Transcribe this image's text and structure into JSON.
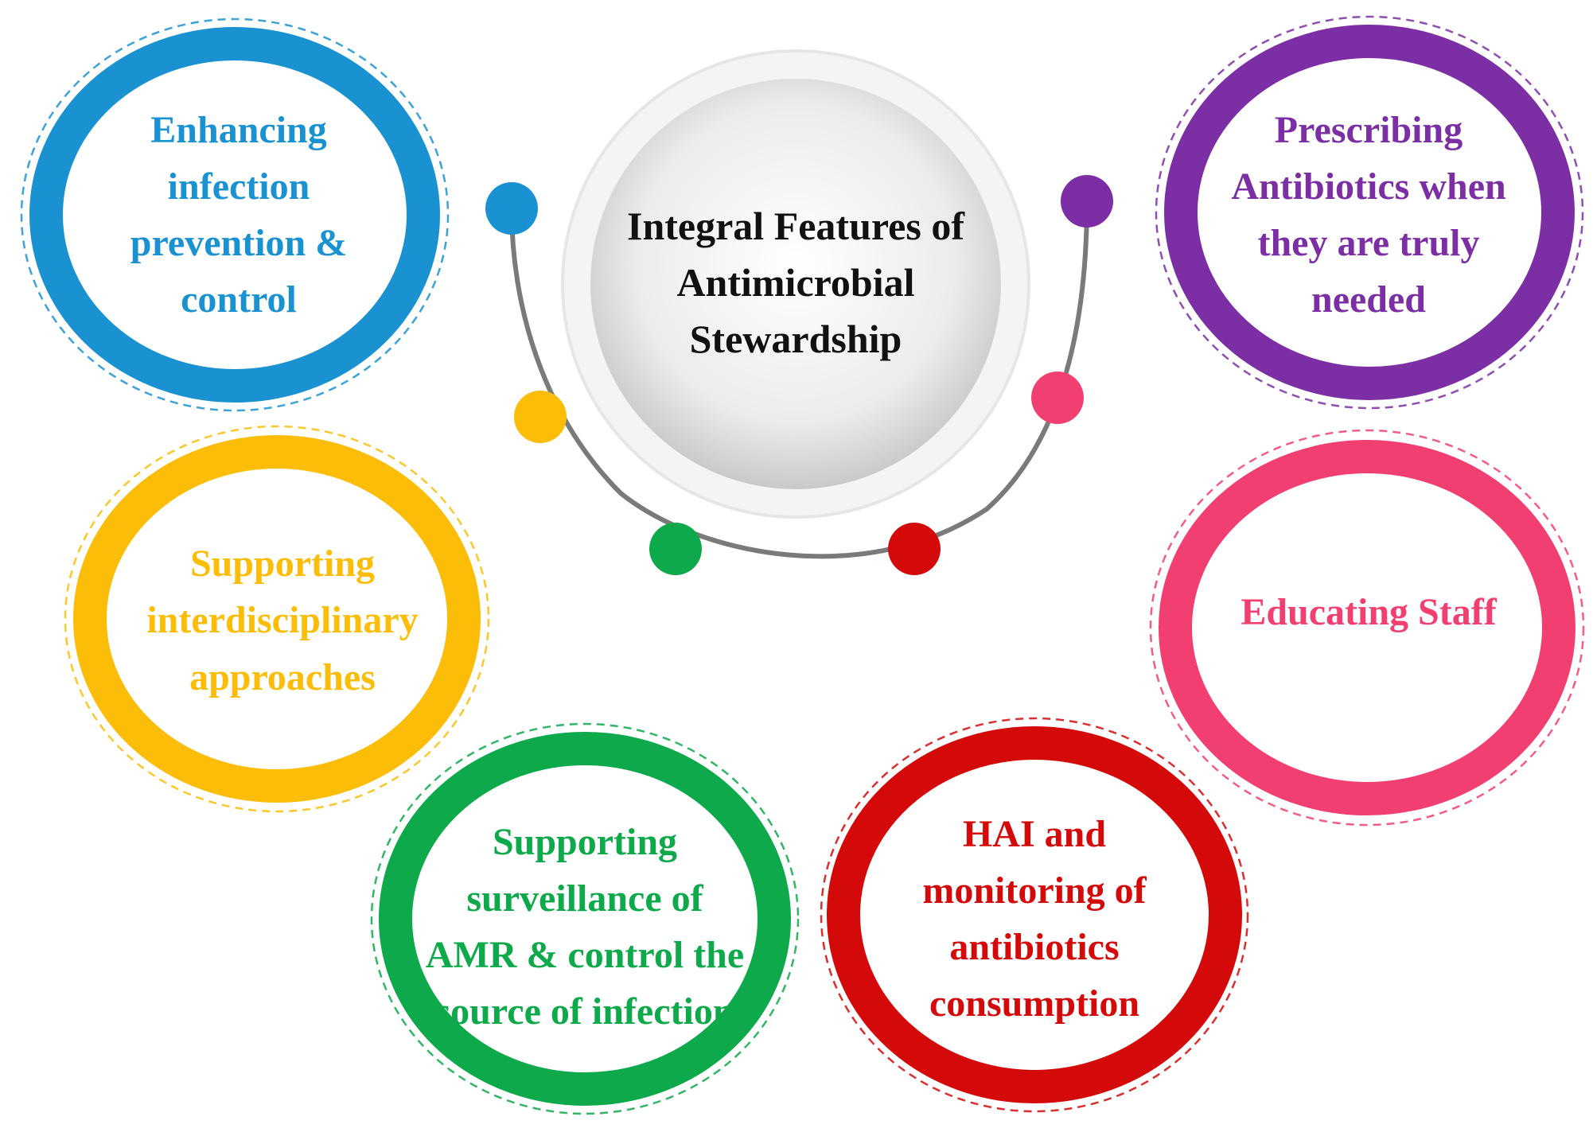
{
  "center": {
    "title": "Integral Features of Antimicrobial Stewardship"
  },
  "features": [
    {
      "id": "infection-prevention",
      "label": "Enhancing infection prevention & control",
      "color": "#1a92d1"
    },
    {
      "id": "interdisciplinary",
      "label": "Supporting interdisciplinary approaches",
      "color": "#fbbd08"
    },
    {
      "id": "surveillance",
      "label": "Supporting surveillance of AMR & control the source of infection",
      "color": "#0ea94a"
    },
    {
      "id": "hai-monitoring",
      "label": "HAI and monitoring of antibiotics consumption",
      "color": "#d40a0a"
    },
    {
      "id": "educating-staff",
      "label": "Educating Staff",
      "color": "#f23f72"
    },
    {
      "id": "prescribing",
      "label": "Prescribing Antibiotics when they are truly needed",
      "color": "#7c2fa4"
    }
  ],
  "arc_color": "#7a7a7a"
}
